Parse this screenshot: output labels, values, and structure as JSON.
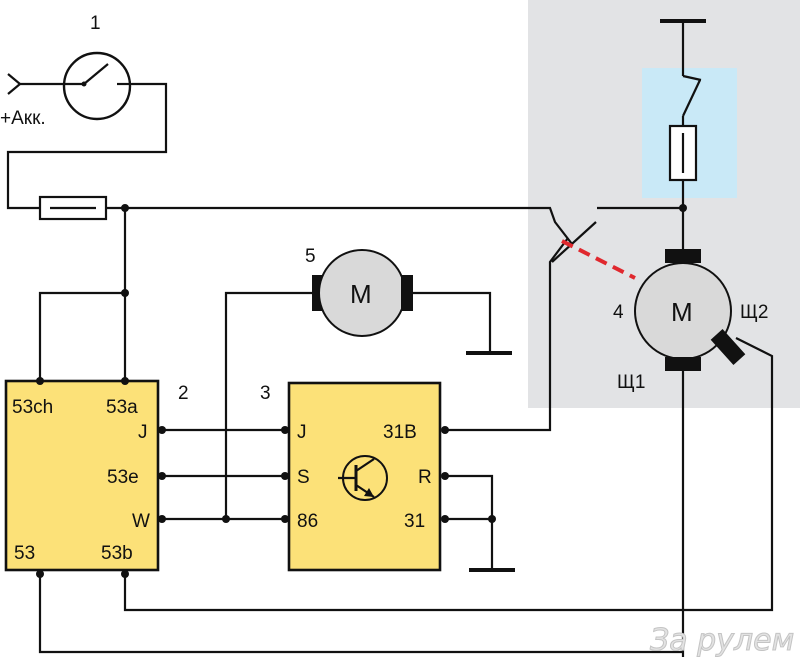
{
  "labels": {
    "battery": "+Акк.",
    "n1": "1",
    "n2": "2",
    "n3": "3",
    "n4": "4",
    "n5": "5",
    "motor_main": "M",
    "motor_small": "M",
    "brush1": "Щ1",
    "brush2": "Щ2"
  },
  "block2": {
    "pins": {
      "p53ch": "53ch",
      "p53a": "53a",
      "pJ": "J",
      "p53e": "53e",
      "pW": "W",
      "p53": "53",
      "p53b": "53b"
    }
  },
  "block3": {
    "pins": {
      "pJ": "J",
      "pS": "S",
      "p86": "86",
      "p31B": "31B",
      "pR": "R",
      "p31": "31"
    }
  },
  "watermark": "За рулем",
  "colors": {
    "block_fill": "#fce178",
    "gray_panel": "#e2e3e5",
    "blue_panel": "#c9e9f7",
    "motor_fill": "#d9d9d9",
    "dashed_link": "#e0282e",
    "wire": "#111111"
  }
}
